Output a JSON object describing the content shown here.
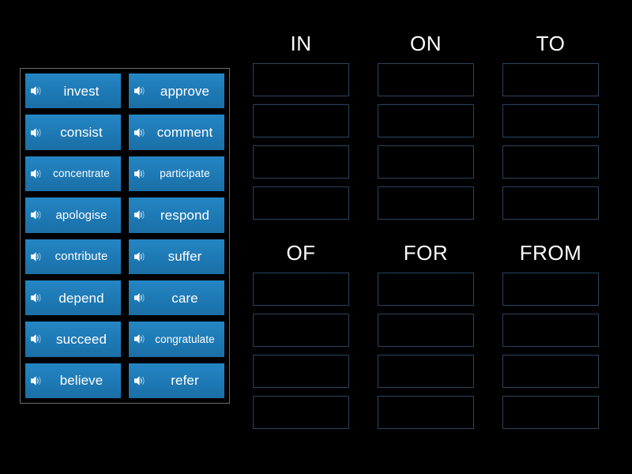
{
  "activity": {
    "type": "group-sort",
    "title": "Prepositions group sort",
    "background_color": "#000000",
    "accent_color": "#1d79b4",
    "slot_border_color": "#27455e",
    "panel_border_color": "#6a6a6a",
    "text_color": "#ffffff"
  },
  "word_bank": {
    "icon": "speaker-icon",
    "columns": 2,
    "rows": 8,
    "tiles": [
      {
        "label": "invest",
        "icon": "speaker-icon",
        "column": 1,
        "row": 1
      },
      {
        "label": "approve",
        "icon": "speaker-icon",
        "column": 2,
        "row": 1
      },
      {
        "label": "consist",
        "icon": "speaker-icon",
        "column": 1,
        "row": 2
      },
      {
        "label": "comment",
        "icon": "speaker-icon",
        "column": 2,
        "row": 2
      },
      {
        "label": "concentrate",
        "icon": "speaker-icon",
        "column": 1,
        "row": 3
      },
      {
        "label": "participate",
        "icon": "speaker-icon",
        "column": 2,
        "row": 3
      },
      {
        "label": "apologise",
        "icon": "speaker-icon",
        "column": 1,
        "row": 4
      },
      {
        "label": "respond",
        "icon": "speaker-icon",
        "column": 2,
        "row": 4
      },
      {
        "label": "contribute",
        "icon": "speaker-icon",
        "column": 1,
        "row": 5
      },
      {
        "label": "suffer",
        "icon": "speaker-icon",
        "column": 2,
        "row": 5
      },
      {
        "label": "depend",
        "icon": "speaker-icon",
        "column": 1,
        "row": 6
      },
      {
        "label": "care",
        "icon": "speaker-icon",
        "column": 2,
        "row": 6
      },
      {
        "label": "succeed",
        "icon": "speaker-icon",
        "column": 1,
        "row": 7
      },
      {
        "label": "congratulate",
        "icon": "speaker-icon",
        "column": 2,
        "row": 7
      },
      {
        "label": "believe",
        "icon": "speaker-icon",
        "column": 1,
        "row": 8
      },
      {
        "label": "refer",
        "icon": "speaker-icon",
        "column": 2,
        "row": 8
      }
    ]
  },
  "board": {
    "rows": [
      {
        "categories": [
          {
            "label": "IN",
            "slots": [
              "",
              "",
              "",
              ""
            ]
          },
          {
            "label": "ON",
            "slots": [
              "",
              "",
              "",
              ""
            ]
          },
          {
            "label": "TO",
            "slots": [
              "",
              "",
              "",
              ""
            ]
          }
        ]
      },
      {
        "categories": [
          {
            "label": "OF",
            "slots": [
              "",
              "",
              "",
              ""
            ]
          },
          {
            "label": "FOR",
            "slots": [
              "",
              "",
              "",
              ""
            ]
          },
          {
            "label": "FROM",
            "slots": [
              "",
              "",
              "",
              ""
            ]
          }
        ]
      }
    ]
  }
}
